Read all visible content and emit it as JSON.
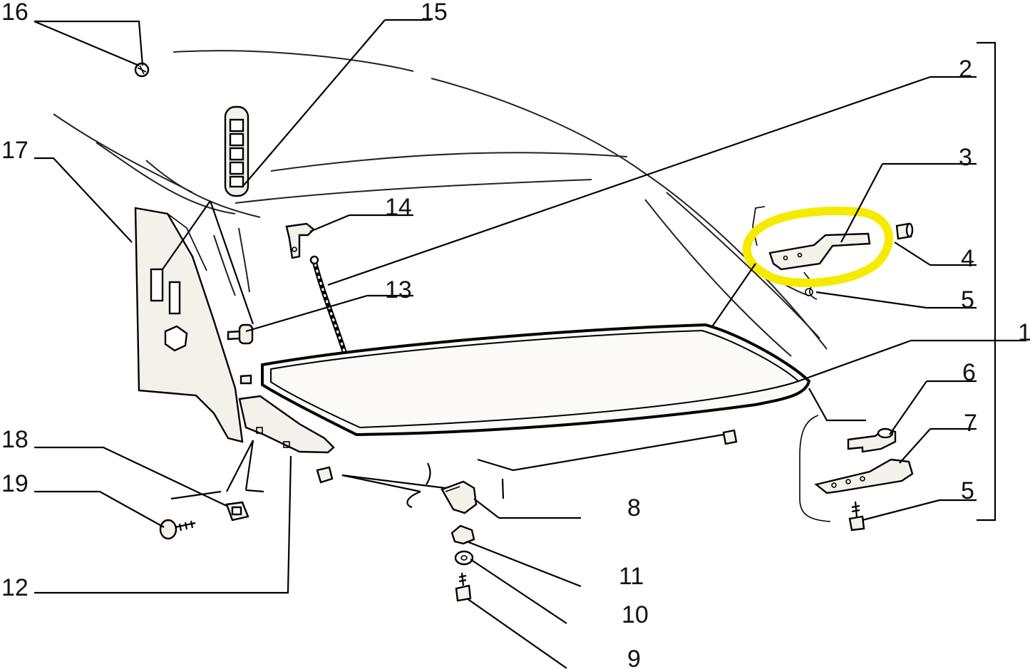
{
  "diagram": {
    "callouts": [
      "1",
      "2",
      "3",
      "4",
      "5",
      "5",
      "6",
      "7",
      "8",
      "9",
      "10",
      "11",
      "12",
      "13",
      "14",
      "15",
      "16",
      "17",
      "18",
      "19"
    ]
  },
  "colors": {
    "highlight": "#f5ea00",
    "line": "#000000",
    "background": "#ffffff"
  }
}
